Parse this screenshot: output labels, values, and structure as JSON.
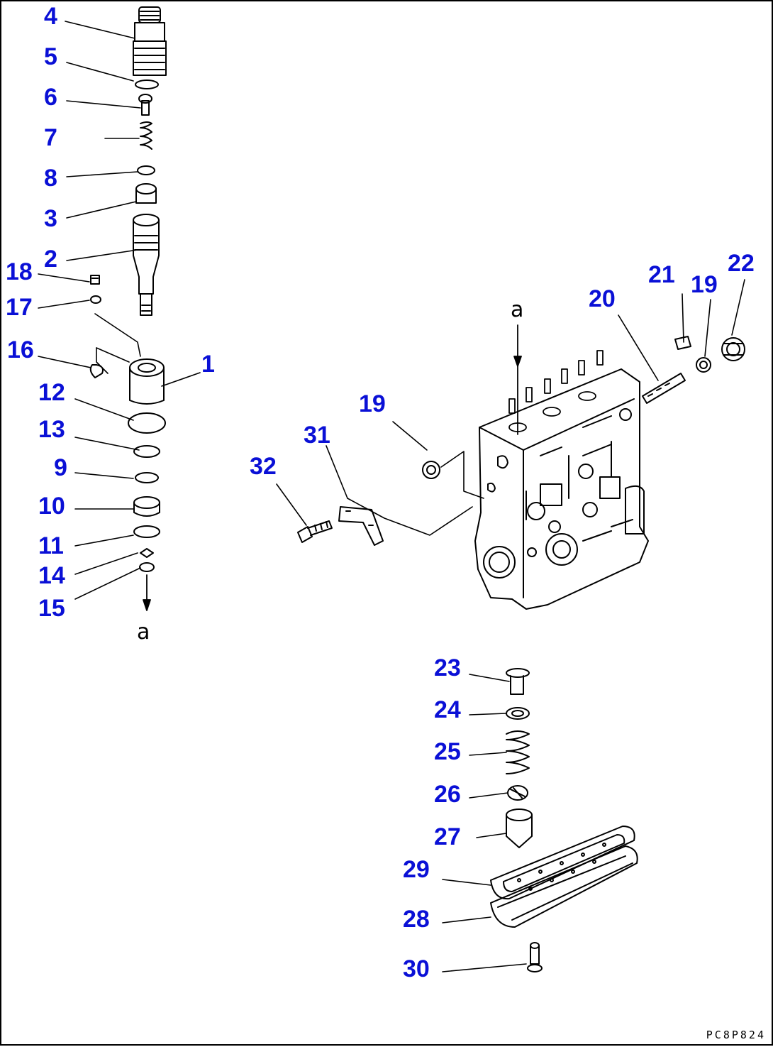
{
  "diagram": {
    "callouts": [
      "4",
      "5",
      "6",
      "7",
      "8",
      "3",
      "2",
      "18",
      "17",
      "16",
      "1",
      "12",
      "13",
      "9",
      "10",
      "11",
      "14",
      "15",
      "21",
      "19",
      "22",
      "20",
      "19",
      "31",
      "32",
      "23",
      "24",
      "25",
      "26",
      "27",
      "29",
      "28",
      "30"
    ],
    "reference_marks": [
      "a",
      "a"
    ],
    "drawing_code": "PC8P824"
  },
  "colors": {
    "callout": "#0a10d6",
    "line": "#000000",
    "background": "#ffffff"
  }
}
